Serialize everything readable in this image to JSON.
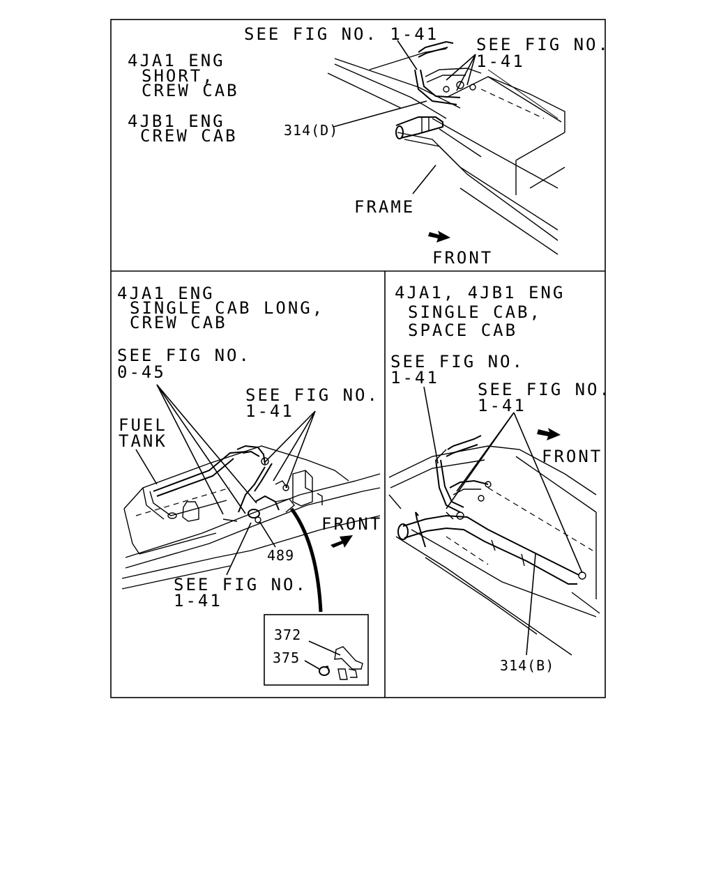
{
  "panel_top": {
    "engine_a_line1": "4JA1 ENG",
    "engine_a_line2": "SHORT,",
    "engine_a_line3": "CREW CAB",
    "engine_b_line1": "4JB1 ENG",
    "engine_b_line2": "CREW CAB",
    "see_fig_a": "SEE FIG NO. 1-41",
    "see_fig_b_line1": "SEE FIG NO.",
    "see_fig_b_line2": "1-41",
    "part_314d": "314(D)",
    "frame": "FRAME",
    "front": "FRONT"
  },
  "panel_bottom_left": {
    "engine_line1": "4JA1 ENG",
    "engine_line2": "SINGLE CAB LONG,",
    "engine_line3": "CREW CAB",
    "see_fig_045_line1": "SEE FIG NO.",
    "see_fig_045_line2": "0-45",
    "fuel_tank_line1": "FUEL",
    "fuel_tank_line2": "TANK",
    "see_fig_141_a_line1": "SEE FIG NO.",
    "see_fig_141_a_line2": "1-41",
    "front": "FRONT",
    "part_489": "489",
    "see_fig_141_b_line1": "SEE FIG NO.",
    "see_fig_141_b_line2": "1-41",
    "part_372": "372",
    "part_375": "375"
  },
  "panel_bottom_right": {
    "engine_line1": "4JA1, 4JB1 ENG",
    "engine_line2": "SINGLE CAB,",
    "engine_line3": "SPACE CAB",
    "see_fig_a_line1": "SEE FIG NO.",
    "see_fig_a_line2": "1-41",
    "see_fig_b_line1": "SEE FIG NO.",
    "see_fig_b_line2": "1-41",
    "front": "FRONT",
    "part_314b": "314(B)"
  }
}
